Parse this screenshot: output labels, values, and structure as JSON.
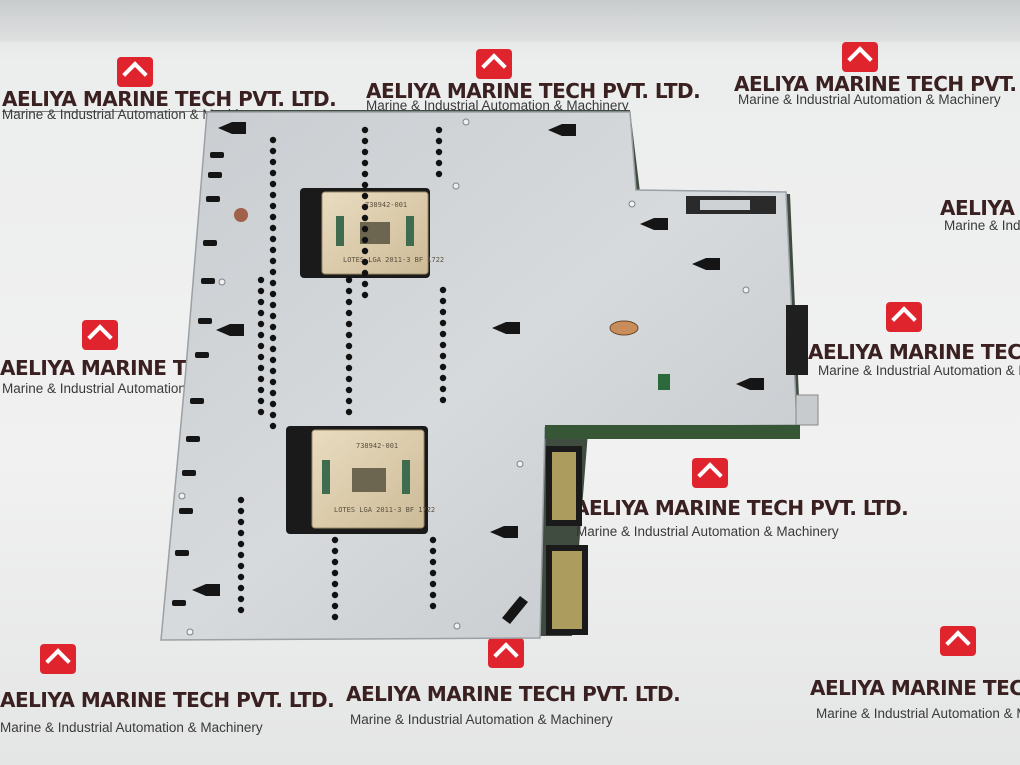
{
  "watermark": {
    "brand": "AELIYA MARINE TECH PVT. LTD.",
    "tagline": "Marine & Industrial Automation & Machinery",
    "brand_color": "#e0242e"
  },
  "cpu_socket_top": {
    "model": "738942-001",
    "socket": "LOTES LGA 2011-3 BF 1722"
  },
  "cpu_socket_bottom": {
    "model": "738942-001",
    "socket": "LOTES LGA 2011-3 BF 1722"
  },
  "icons": [
    "aeliya-logo-icon"
  ]
}
